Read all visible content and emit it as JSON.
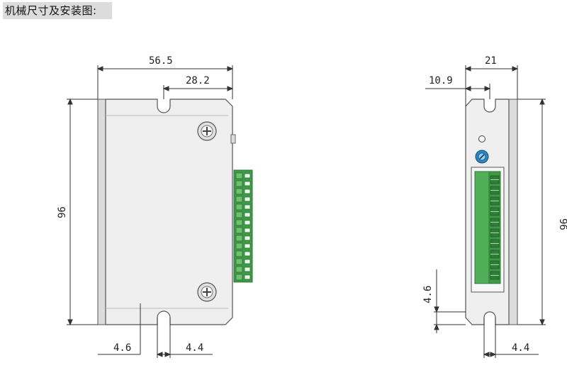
{
  "title": "机械尺寸及安装图:",
  "front_view": {
    "width": "56.5",
    "hole_offset": "28.2",
    "height": "96",
    "bottom_margin": "4.6",
    "slot_width": "4.4"
  },
  "side_view": {
    "width": "21",
    "hole_offset": "10.9",
    "height": "96",
    "bottom_margin": "4.6",
    "slot_width": "4.4"
  },
  "colors": {
    "body": "#eeeeee",
    "edge": "#555555",
    "terminal_green": "#3f9a48",
    "terminal_dark": "#2f7436",
    "potentiometer": "#2a86c5"
  }
}
